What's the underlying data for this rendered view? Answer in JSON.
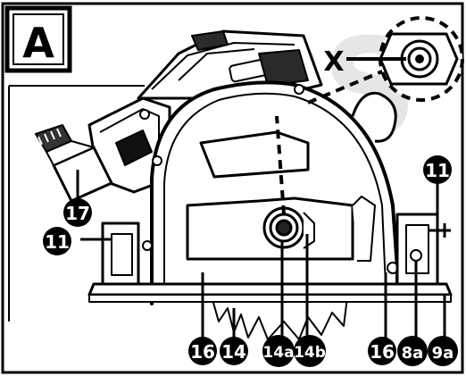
{
  "figure": {
    "panel_label": "A",
    "detail_label": "X",
    "watermark": "PS",
    "callouts": {
      "c11_left": "11",
      "c11_right": "11",
      "c17": "17",
      "c16_left": "16",
      "c14": "14",
      "c14a": "14a",
      "c14b": "14b",
      "c16_right": "16",
      "c8a": "8a",
      "c9a": "9a"
    }
  },
  "colors": {
    "ink": "#000000",
    "paper": "#ffffff",
    "watermark": "#e6e6e6"
  }
}
